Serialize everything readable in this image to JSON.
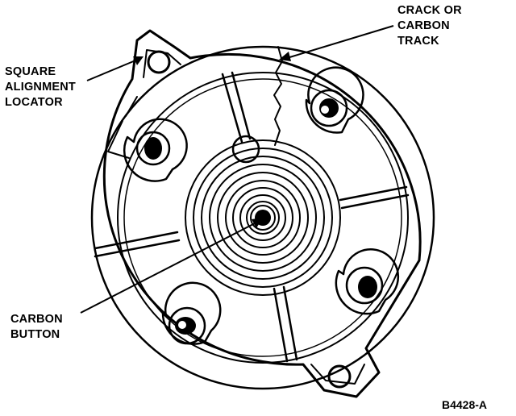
{
  "labels": {
    "crack": [
      "CRACK OR",
      "CARBON",
      "TRACK"
    ],
    "square": [
      "SQUARE",
      "ALIGNMENT",
      "LOCATOR"
    ],
    "carbon": [
      "CARBON",
      "BUTTON"
    ]
  },
  "figure_id": "B4428-A",
  "colors": {
    "ink": "#000000",
    "paper": "#ffffff"
  }
}
